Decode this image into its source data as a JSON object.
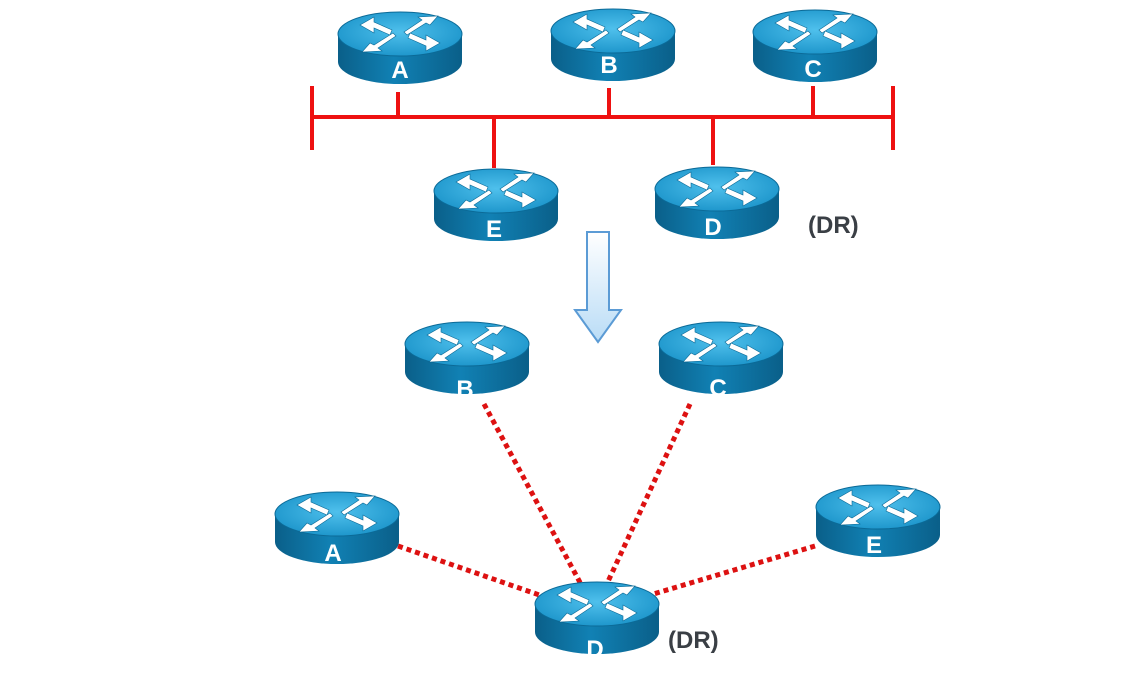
{
  "top_topology": {
    "routers": {
      "a": "A",
      "b": "B",
      "c": "C",
      "e": "E",
      "d": "D"
    },
    "dr_label": "(DR)",
    "bus_color": "#ee1111"
  },
  "bottom_topology": {
    "routers": {
      "b": "B",
      "c": "C",
      "a": "A",
      "e": "E",
      "d": "D"
    },
    "dr_label": "(DR)",
    "adjacency_color": "#dd1111"
  },
  "colors": {
    "router_top": "#2aa3d6",
    "router_body": "#0d6f9e",
    "router_arrows": "#ffffff",
    "down_arrow_fill": "#d8ecfb",
    "down_arrow_stroke": "#5b9bd5"
  },
  "icons": {
    "router": "router-icon",
    "transition": "down-arrow-icon"
  }
}
